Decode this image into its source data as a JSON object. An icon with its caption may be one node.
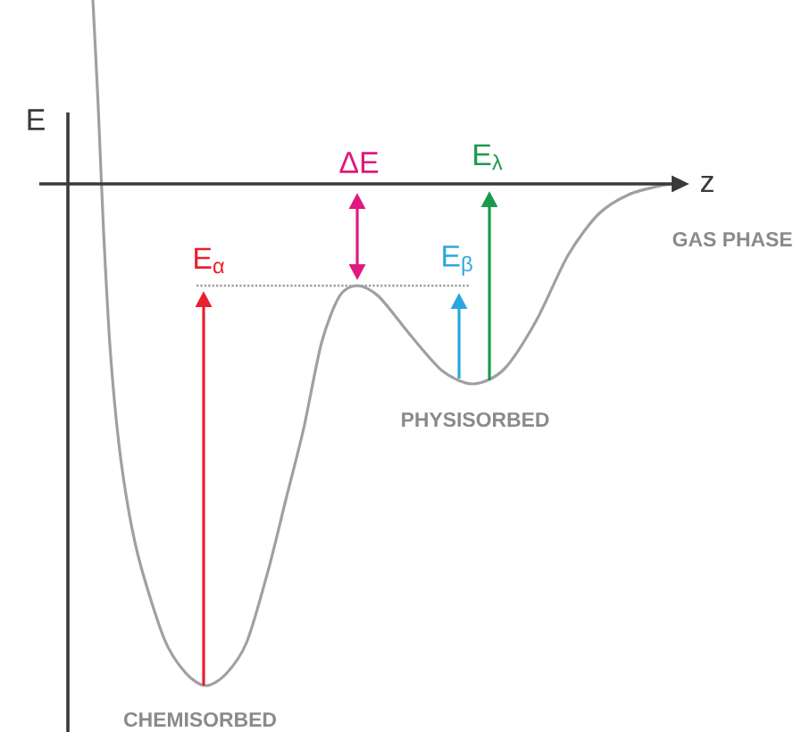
{
  "diagram": {
    "labels": [
      "E",
      "z",
      "ΔE",
      "E$_{λ}$",
      "E$_{α}$",
      "E$_{β}$",
      "GAS PHASE",
      "PHYSISORBED",
      "CHEMISORBED"
    ]
  }
}
